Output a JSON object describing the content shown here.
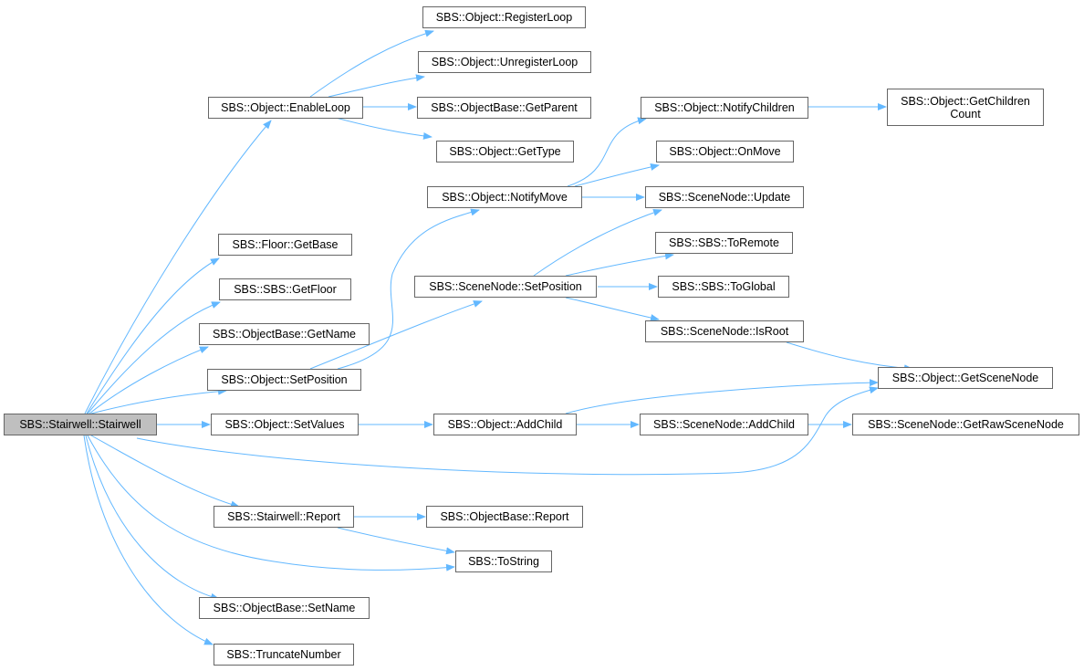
{
  "root": {
    "label": "SBS::Stairwell::Stairwell"
  },
  "nodes": {
    "enable_loop": "SBS::Object::EnableLoop",
    "register_loop": "SBS::Object::RegisterLoop",
    "unregister_loop": "SBS::Object::UnregisterLoop",
    "get_parent": "SBS::ObjectBase::GetParent",
    "get_type": "SBS::Object::GetType",
    "notify_children": "SBS::Object::NotifyChildren",
    "get_children_count": "SBS::Object::GetChildren\nCount",
    "on_move": "SBS::Object::OnMove",
    "notify_move": "SBS::Object::NotifyMove",
    "scene_update": "SBS::SceneNode::Update",
    "floor_get_base": "SBS::Floor::GetBase",
    "to_remote": "SBS::SBS::ToRemote",
    "sbs_get_floor": "SBS::SBS::GetFloor",
    "scene_set_position": "SBS::SceneNode::SetPosition",
    "to_global": "SBS::SBS::ToGlobal",
    "get_name": "SBS::ObjectBase::GetName",
    "is_root": "SBS::SceneNode::IsRoot",
    "obj_set_position": "SBS::Object::SetPosition",
    "get_scene_node": "SBS::Object::GetSceneNode",
    "set_values": "SBS::Object::SetValues",
    "add_child": "SBS::Object::AddChild",
    "scene_add_child": "SBS::SceneNode::AddChild",
    "get_raw_scene_node": "SBS::SceneNode::GetRawSceneNode",
    "stairwell_report": "SBS::Stairwell::Report",
    "objectbase_report": "SBS::ObjectBase::Report",
    "to_string": "SBS::ToString",
    "set_name": "SBS::ObjectBase::SetName",
    "truncate_number": "SBS::TruncateNumber"
  },
  "colors": {
    "edge": "#63b8ff",
    "node_border": "#666666",
    "root_fill": "#bfbfbf"
  }
}
